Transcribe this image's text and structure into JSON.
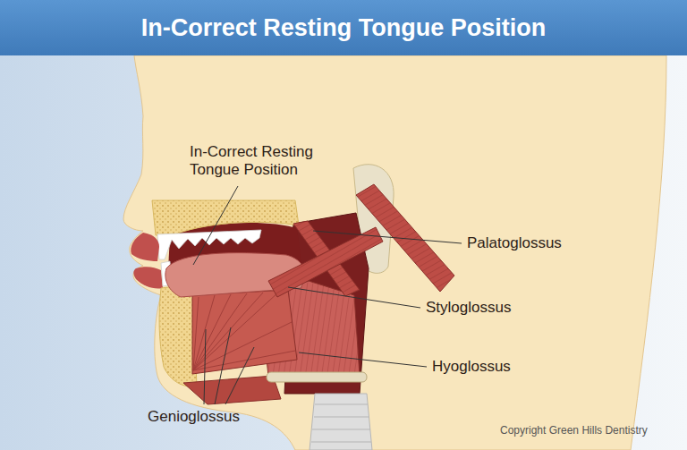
{
  "diagram": {
    "title": "In-Correct Resting Tongue Position",
    "labels": [
      "In-Correct Resting Tongue Position",
      "Palatoglossus",
      "Styloglossus",
      "Hyoglossus",
      "Genioglossus",
      "Copyright Green Hills Dentistry"
    ]
  }
}
